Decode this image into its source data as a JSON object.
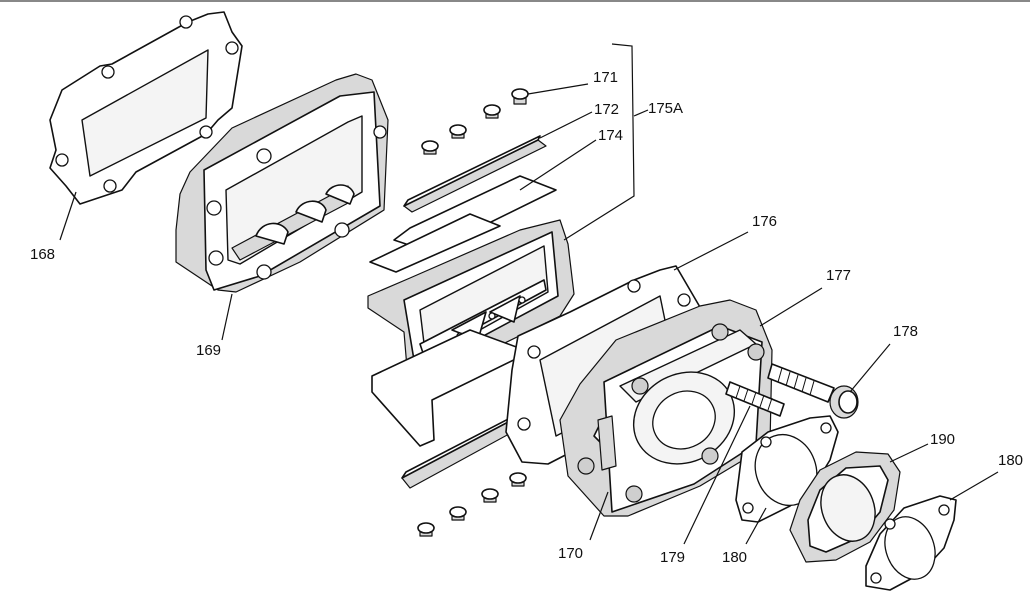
{
  "callouts": {
    "c168": "168",
    "c169": "169",
    "c170": "170",
    "c171": "171",
    "c172": "172",
    "c174": "174",
    "c175A": "175A",
    "c176": "176",
    "c177": "177",
    "c178": "178",
    "c179": "179",
    "c180a": "180",
    "c180b": "180",
    "c190": "190"
  },
  "colors": {
    "line": "#111111",
    "background": "#ffffff",
    "shade": "#d9d9d9"
  }
}
